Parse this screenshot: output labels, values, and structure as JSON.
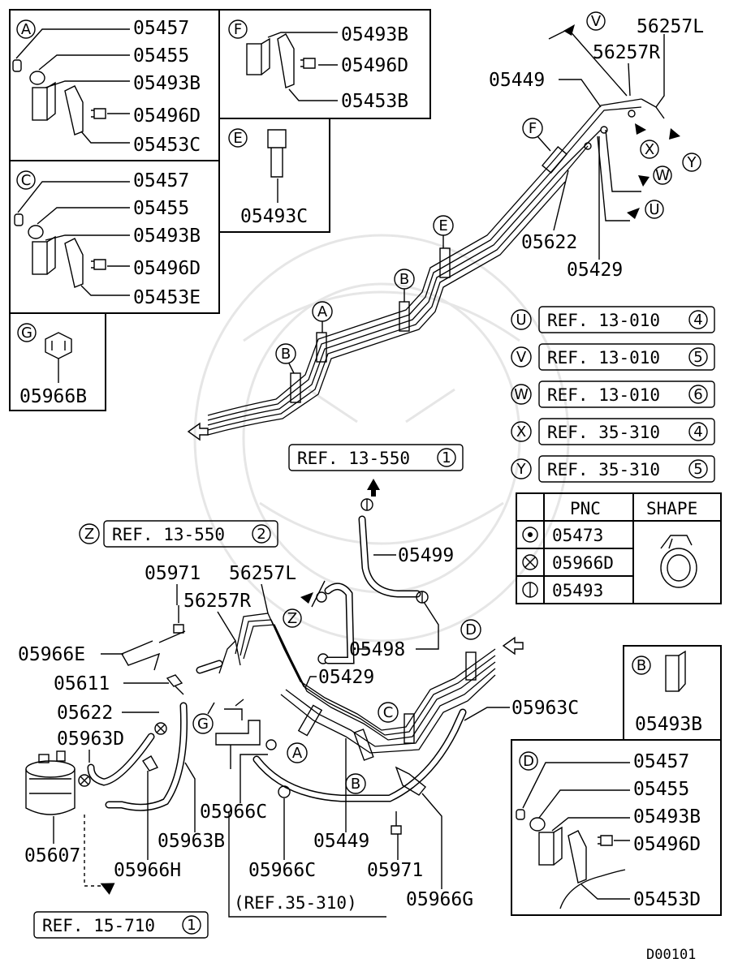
{
  "detail_boxes": {
    "A": {
      "letter": "A",
      "parts": [
        "05457",
        "05455",
        "05493B",
        "05496D",
        "05453C"
      ]
    },
    "C": {
      "letter": "C",
      "parts": [
        "05457",
        "05455",
        "05493B",
        "05496D",
        "05453E"
      ]
    },
    "F": {
      "letter": "F",
      "parts": [
        "05493B",
        "05496D",
        "05453B"
      ]
    },
    "E": {
      "letter": "E",
      "parts": [
        "05493C"
      ]
    },
    "G": {
      "letter": "G",
      "parts": [
        "05966B"
      ]
    },
    "B": {
      "letter": "B",
      "parts": [
        "05493B"
      ]
    },
    "D": {
      "letter": "D",
      "parts": [
        "05457",
        "05455",
        "05493B",
        "05496D",
        "05453D"
      ]
    }
  },
  "top_labels": {
    "v": "V",
    "x": "X",
    "y": "Y",
    "w": "W",
    "u": "U",
    "p56257L": "56257L",
    "p56257R": "56257R",
    "p05449": "05449",
    "p05622": "05622",
    "p05429": "05429",
    "clampF": "F",
    "clampE": "E",
    "clampB1": "B",
    "clampA": "A",
    "clampB2": "B"
  },
  "references": [
    {
      "letter": "U",
      "text": "REF. 13-010",
      "num": "4"
    },
    {
      "letter": "V",
      "text": "REF. 13-010",
      "num": "5"
    },
    {
      "letter": "W",
      "text": "REF. 13-010",
      "num": "6"
    },
    {
      "letter": "X",
      "text": "REF. 35-310",
      "num": "4"
    },
    {
      "letter": "Y",
      "text": "REF. 35-310",
      "num": "5"
    }
  ],
  "ref_13550_1": {
    "text": "REF. 13-550",
    "num": "1"
  },
  "ref_13550_2": {
    "letter": "Z",
    "text": "REF. 13-550",
    "num": "2"
  },
  "ref_15710": {
    "text": "REF. 15-710",
    "num": "1"
  },
  "ref_35310": "(REF.35-310)",
  "table": {
    "headers": [
      "PNC",
      "SHAPE"
    ],
    "rows": [
      {
        "symbol": "circle-dot",
        "pnc": "05473"
      },
      {
        "symbol": "circle-x",
        "pnc": "05966D"
      },
      {
        "symbol": "circle-bar",
        "pnc": "05493"
      }
    ]
  },
  "lower_labels": {
    "p05499": "05499",
    "p05498": "05498",
    "p05971a": "05971",
    "p56257L": "56257L",
    "p56257R": "56257R",
    "p05966E": "05966E",
    "p05611": "05611",
    "p05622": "05622",
    "p05963D": "05963D",
    "p05429": "05429",
    "p05963C": "05963C",
    "p05607": "05607",
    "p05963B": "05963B",
    "p05966C_a": "05966C",
    "p05449": "05449",
    "p05966H": "05966H",
    "p05966C_b": "05966C",
    "p05971b": "05971",
    "p05966G": "05966G",
    "z": "Z",
    "g": "G",
    "a": "A",
    "b": "B",
    "c": "C",
    "d": "D"
  },
  "diagram_code": "D00101"
}
